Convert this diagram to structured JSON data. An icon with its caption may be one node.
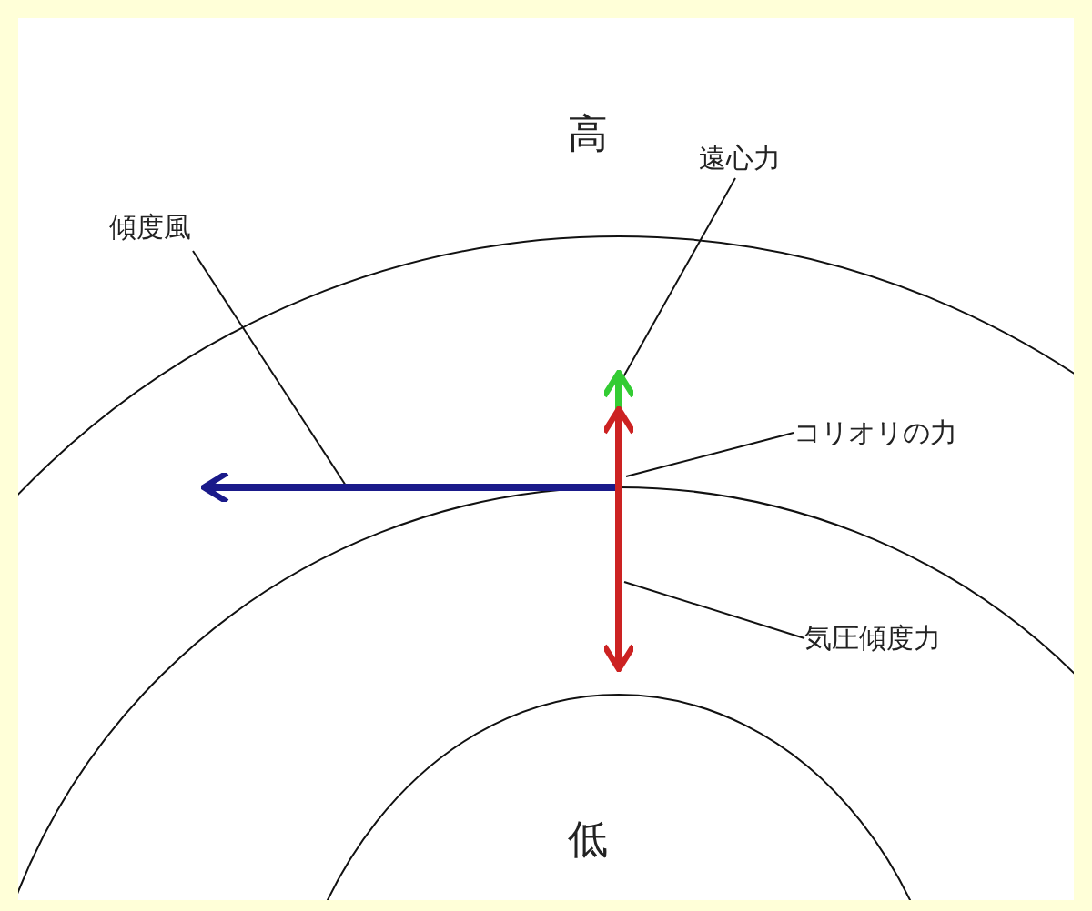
{
  "diagram": {
    "nodes": [
      {
        "text": [
          "傾度風"
        ]
      },
      {
        "text": [],
        "shape": "arrow"
      },
      {
        "text": [
          "遠心力"
        ]
      },
      {
        "text": [],
        "shape": "arrow"
      },
      {
        "text": [
          "コリオリの力"
        ]
      },
      {
        "text": [],
        "shape": "arrow"
      },
      {
        "text": [
          "気圧傾度力"
        ]
      },
      {
        "text": [],
        "shape": "arrow"
      }
    ],
    "edges": [
      {
        "from": 0,
        "to": 1,
        "arrow": "none"
      },
      {
        "from": 2,
        "to": 3,
        "arrow": "none"
      },
      {
        "from": 4,
        "to": 5,
        "arrow": "none"
      },
      {
        "from": 6,
        "to": 7,
        "arrow": "none"
      }
    ],
    "labels": [
      "高",
      "低"
    ]
  }
}
